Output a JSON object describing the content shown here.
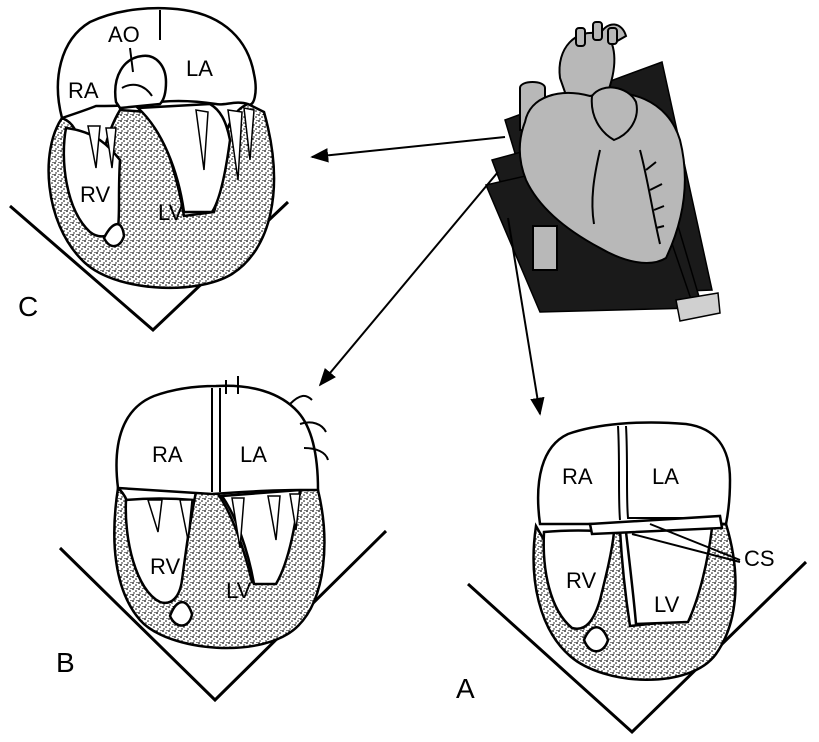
{
  "panels": {
    "A": {
      "letter": "A",
      "ra": "RA",
      "la": "LA",
      "rv": "RV",
      "lv": "LV",
      "cs": "CS"
    },
    "B": {
      "letter": "B",
      "ra": "RA",
      "la": "LA",
      "rv": "RV",
      "lv": "LV"
    },
    "C": {
      "letter": "C",
      "ao": "AO",
      "ra": "RA",
      "la": "LA",
      "rv": "RV",
      "lv": "LV"
    }
  }
}
